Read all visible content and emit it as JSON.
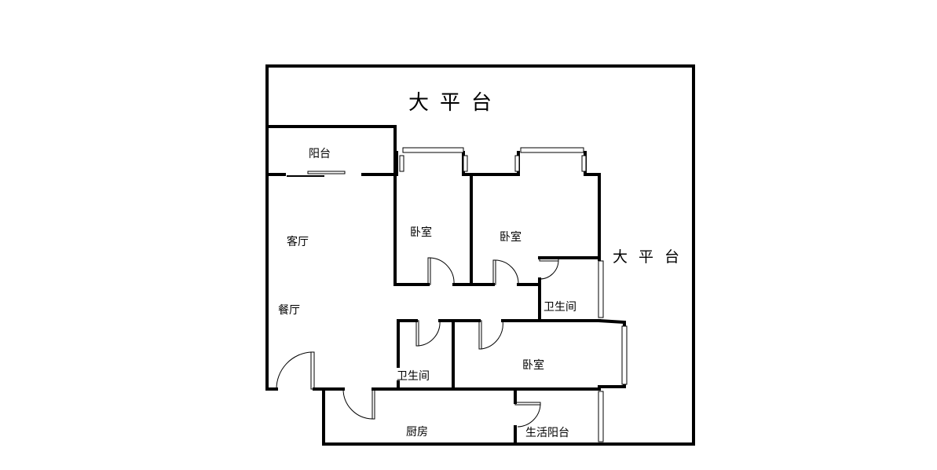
{
  "plan": {
    "terrace_top": "大平台",
    "terrace_right": "大平台",
    "balcony": "阳台",
    "living_room": "客厅",
    "dining_room": "餐厅",
    "bedroom_1": "卧室",
    "bedroom_2": "卧室",
    "bedroom_3": "卧室",
    "bathroom_1": "卫生间",
    "bathroom_2": "卫生间",
    "kitchen": "厨房",
    "utility_balcony": "生活阳台"
  }
}
